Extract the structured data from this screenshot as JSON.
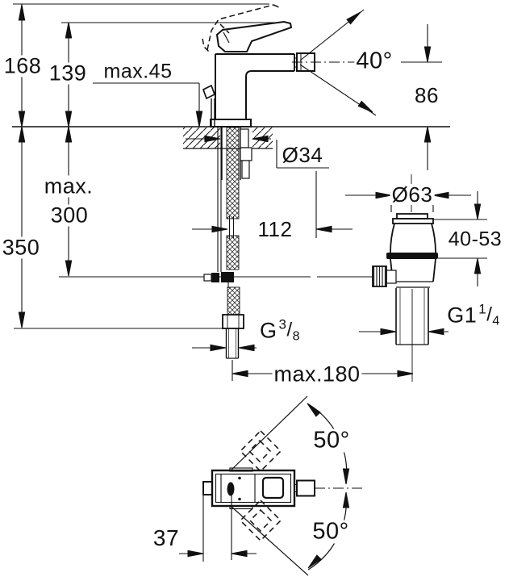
{
  "drawing": {
    "type": "technical-dimension-drawing",
    "subject": "single-lever bidet mixer with pop-up waste, side view and top view",
    "colors": {
      "line": "#111111",
      "background": "#ffffff"
    }
  },
  "labels": {
    "dim_168": "168",
    "dim_139": "139",
    "dim_max45": "max.45",
    "angle_spray": "40°",
    "dim_86": "86",
    "dia_hole": "Ø34",
    "dim_max_word": "max.",
    "dim_max_value": "300",
    "dim_350": "350",
    "dim_112": "112",
    "dia_waste": "Ø63",
    "dim_clamp": "40-53",
    "thread_hose": {
      "main": "G",
      "sup": "3",
      "slash": "/",
      "sub": "8"
    },
    "thread_waste": {
      "main": "G1",
      "sup": "1",
      "slash": "/",
      "sub": "4"
    },
    "dim_reach": "max.180",
    "dim_37": "37",
    "angle_swivel_up": "50°",
    "angle_swivel_down": "50°"
  }
}
